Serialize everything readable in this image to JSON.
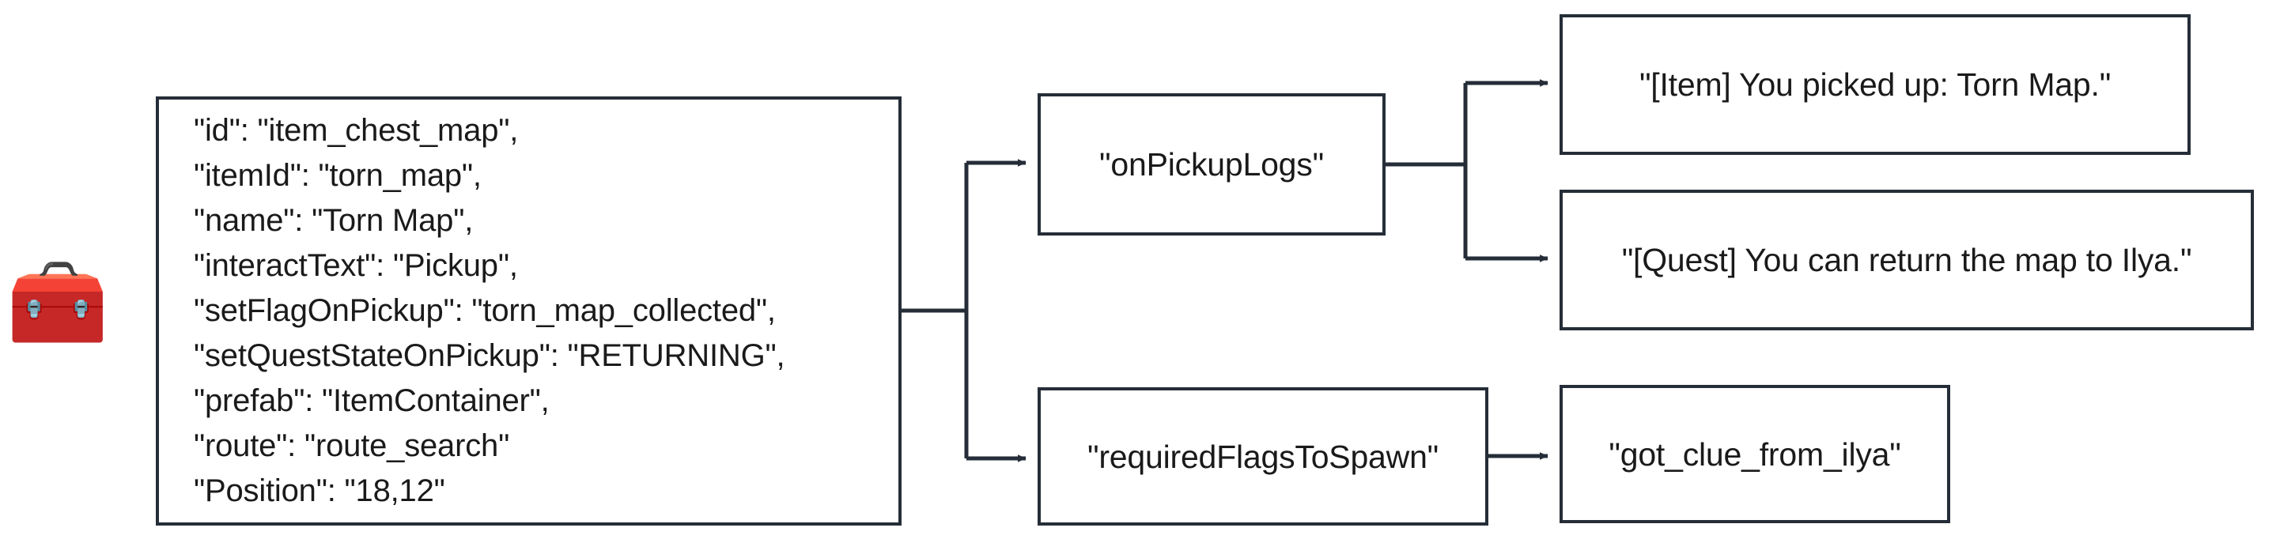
{
  "diagram": {
    "type": "flowchart",
    "title": "item_chest_map entity definition",
    "orientation": "left-to-right",
    "colors": {
      "background": "#ffffff",
      "node_border": "#252d38",
      "node_fill": "#ffffff",
      "text": "#1a1a1a",
      "connector": "#252d38"
    }
  },
  "icon": {
    "name": "treasure-chest-icon",
    "glyph": "🧰"
  },
  "nodes": {
    "item_chest_map": {
      "id": "item_chest_map",
      "kind": "properties-block",
      "lines": [
        "\"id\": \"item_chest_map\",",
        "\"itemId\": \"torn_map\",",
        "\"name\": \"Torn Map\",",
        "\"interactText\": \"Pickup\",",
        "\"setFlagOnPickup\": \"torn_map_collected\",",
        "\"setQuestStateOnPickup\": \"RETURNING\",",
        "\"prefab\": \"ItemContainer\",",
        "\"route\": \"route_search\"",
        "\"Position\": \"18,12\""
      ],
      "text": "\"id\": \"item_chest_map\",\n\"itemId\": \"torn_map\",\n\"name\": \"Torn Map\",\n\"interactText\": \"Pickup\",\n\"setFlagOnPickup\": \"torn_map_collected\",\n\"setQuestStateOnPickup\": \"RETURNING\",\n\"prefab\": \"ItemContainer\",\n\"route\": \"route_search\"\n\"Position\": \"18,12\"",
      "properties": {
        "id": "item_chest_map",
        "itemId": "torn_map",
        "name": "Torn Map",
        "interactText": "Pickup",
        "setFlagOnPickup": "torn_map_collected",
        "setQuestStateOnPickup": "RETURNING",
        "prefab": "ItemContainer",
        "route": "route_search",
        "Position": "18,12"
      }
    },
    "on_pickup_logs": {
      "id": "onPickupLogs",
      "kind": "key",
      "label": "\"onPickupLogs\""
    },
    "required_flags_to_spawn": {
      "id": "requiredFlagsToSpawn",
      "kind": "key",
      "label": "\"requiredFlagsToSpawn\""
    },
    "log_item": {
      "id": "log_item",
      "kind": "value",
      "label": "\"[Item] You picked up: Torn Map.\""
    },
    "log_quest": {
      "id": "log_quest",
      "kind": "value",
      "label": "\"[Quest] You can return the map to Ilya.\""
    },
    "flag_got_clue": {
      "id": "got_clue_from_ilya",
      "kind": "value",
      "label": "\"got_clue_from_ilya\""
    }
  },
  "edges": [
    {
      "from": "item_chest_map",
      "to": "on_pickup_logs",
      "arrow": "filled-triangle"
    },
    {
      "from": "item_chest_map",
      "to": "required_flags_to_spawn",
      "arrow": "filled-triangle"
    },
    {
      "from": "on_pickup_logs",
      "to": "log_item",
      "arrow": "filled-triangle"
    },
    {
      "from": "on_pickup_logs",
      "to": "log_quest",
      "arrow": "filled-triangle"
    },
    {
      "from": "required_flags_to_spawn",
      "to": "flag_got_clue",
      "arrow": "filled-triangle"
    }
  ]
}
